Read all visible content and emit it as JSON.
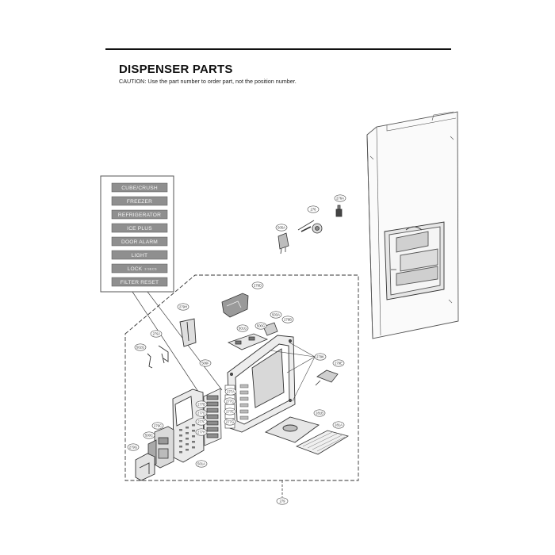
{
  "header": {
    "title": "DISPENSER PARTS",
    "caution": "CAUTION: Use the part number to order part, not the position number."
  },
  "control_panel": {
    "buttons": [
      {
        "label": "CUBE/CRUSH",
        "small": ""
      },
      {
        "label": "FREEZER",
        "small": ""
      },
      {
        "label": "REFRIGERATOR",
        "small": ""
      },
      {
        "label": "ICE PLUS",
        "small": ""
      },
      {
        "label": "DOOR ALARM",
        "small": ""
      },
      {
        "label": "LIGHT",
        "small": ""
      },
      {
        "label": "LOCK",
        "small": "3 SECS"
      },
      {
        "label": "FILTER RESET",
        "small": ""
      }
    ]
  },
  "part_labels": {
    "p276a": "276A",
    "p276": "276",
    "p505a": "505A",
    "p279d": "279D",
    "p279h": "279H",
    "p503a": "503A",
    "p279b": "279B",
    "p501g": "501G",
    "p500g": "500G",
    "p279j": "279J",
    "p502g": "502G",
    "p279k": "279K",
    "p279e": "279E",
    "p506f": "506F",
    "p277a": "277A",
    "p277b": "277B",
    "p277c": "277C",
    "p277d": "277D",
    "p277e": "277E",
    "p277f": "277F",
    "p277g": "277G",
    "p277h": "277H",
    "p281b": "281B",
    "p281a": "281A",
    "p279c": "279C",
    "p500c": "500C",
    "p279g": "279G",
    "p501a": "501A",
    "p279": "279"
  }
}
